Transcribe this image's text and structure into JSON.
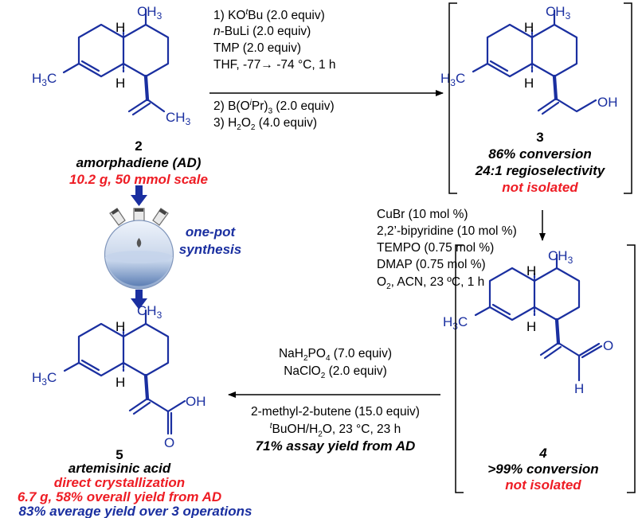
{
  "colors": {
    "red": "#ee1c24",
    "blue": "#1a2fa0",
    "molecule": "#1a2fa0",
    "arrow": "#000000",
    "flask_arrow": "#1a2fa0"
  },
  "icons": [
    "reaction-arrow",
    "flask-icon",
    "down-arrow-icon",
    "bracket"
  ],
  "compound_2": {
    "number": "2",
    "name": "amorphadiene (AD)",
    "scale": "10.2 g, 50 mmol scale"
  },
  "compound_3": {
    "number": "3",
    "conversion": "86% conversion",
    "selectivity": "24:1 regioselectivity",
    "status": "not isolated"
  },
  "compound_4": {
    "number": "4",
    "conversion": ">99% conversion",
    "status": "not isolated"
  },
  "compound_5": {
    "number": "5",
    "name": "artemisinic acid",
    "note1": "direct crystallization",
    "note2": "6.7 g, 58% overall yield from AD",
    "note3": "83% average yield over 3 operations"
  },
  "one_pot": {
    "line1": "one-pot",
    "line2": "synthesis"
  },
  "step1": {
    "line1": "1) KO",
    "line1_sup": "t",
    "line1_end": "Bu (2.0 equiv)",
    "line2_pre": "n",
    "line2": "-BuLi (2.0 equiv)",
    "line3": "TMP (2.0 equiv)",
    "line4": "THF, -77→ -74 °C, 1 h",
    "line5": "2) B(O",
    "line5_sup": "i",
    "line5_end": "Pr)",
    "line5_sub": "3",
    "line5_tail": " (2.0 equiv)",
    "line6": "3) H",
    "line6_sub1": "2",
    "line6_mid": "O",
    "line6_sub2": "2",
    "line6_tail": " (4.0 equiv)"
  },
  "step2": {
    "line1": "CuBr (10 mol %)",
    "line2": "2,2’-bipyridine (10 mol %)",
    "line3": "TEMPO (0.75 mol %)",
    "line4": "DMAP (0.75 mol %)",
    "line5_pre": "O",
    "line5_sub": "2",
    "line5": ", ACN, 23 ºC, 1 h"
  },
  "step3": {
    "line1_pre": "NaH",
    "line1_sub1": "2",
    "line1_mid": "PO",
    "line1_sub2": "4",
    "line1_tail": " (7.0 equiv)",
    "line2_pre": "NaClO",
    "line2_sub": "2",
    "line2_tail": " (2.0 equiv)",
    "line3": "2-methyl-2-butene (15.0 equiv)",
    "line4_sup": "t",
    "line4": "BuOH/H",
    "line4_sub": "2",
    "line4_tail": "O, 23 °C, 23 h",
    "line5": "71% assay yield from AD"
  },
  "atoms": {
    "ch3": "CH",
    "three": "3",
    "h3c": "H",
    "c": "C",
    "h": "H",
    "oh": "OH",
    "o": "O"
  }
}
